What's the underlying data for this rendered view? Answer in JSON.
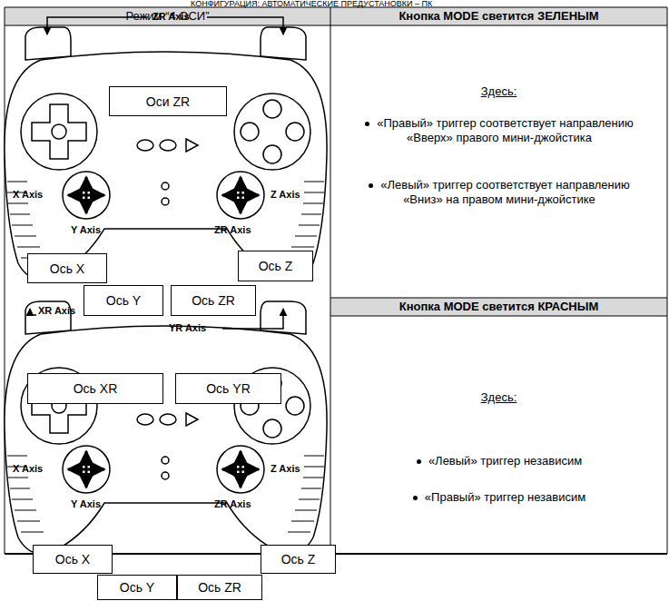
{
  "diagram": {
    "title": "КОНФИГУРАЦИЯ: АВТОМАТИЧЕСКИЕ ПРЕДУСТАНОВКИ – ПК",
    "nodes": [
      {
        "text": [
          "Оси ZR"
        ]
      },
      {
        "text": [
          "Ось X"
        ]
      },
      {
        "text": [
          "Ось Z"
        ]
      },
      {
        "text": [
          "Ось Y"
        ]
      },
      {
        "text": [
          "Ось ZR"
        ]
      },
      {
        "text": [
          "Ось XR"
        ]
      },
      {
        "text": [
          "Ось YR"
        ]
      },
      {
        "text": [
          "Ось X"
        ]
      },
      {
        "text": [
          "Ось Z"
        ]
      },
      {
        "text": [
          "Ось Y"
        ]
      },
      {
        "text": [
          "Ось ZR"
        ]
      }
    ],
    "labels": [
      "Режим “4 ОСИ”",
      "Кнопка MODE светится ЗЕЛЕНЫМ",
      "ZR Axis",
      "X Axis",
      "Z Axis",
      "Y Axis",
      "ZR Axis",
      "Здесь:",
      "«Правый» триггер соответствует направлению «Вверх» правого мини-джойстика",
      "«Левый» триггер соответствует направлению «Вниз» на правом мини-джойстике",
      "Кнопка MODE светится КРАСНЫМ",
      "XR Axis",
      "YR Axis",
      "X Axis",
      "Z Axis",
      "Y Axis",
      "ZR Axis",
      "Здесь:",
      "«Левый» триггер независим",
      "«Правый» триггер независим"
    ]
  }
}
